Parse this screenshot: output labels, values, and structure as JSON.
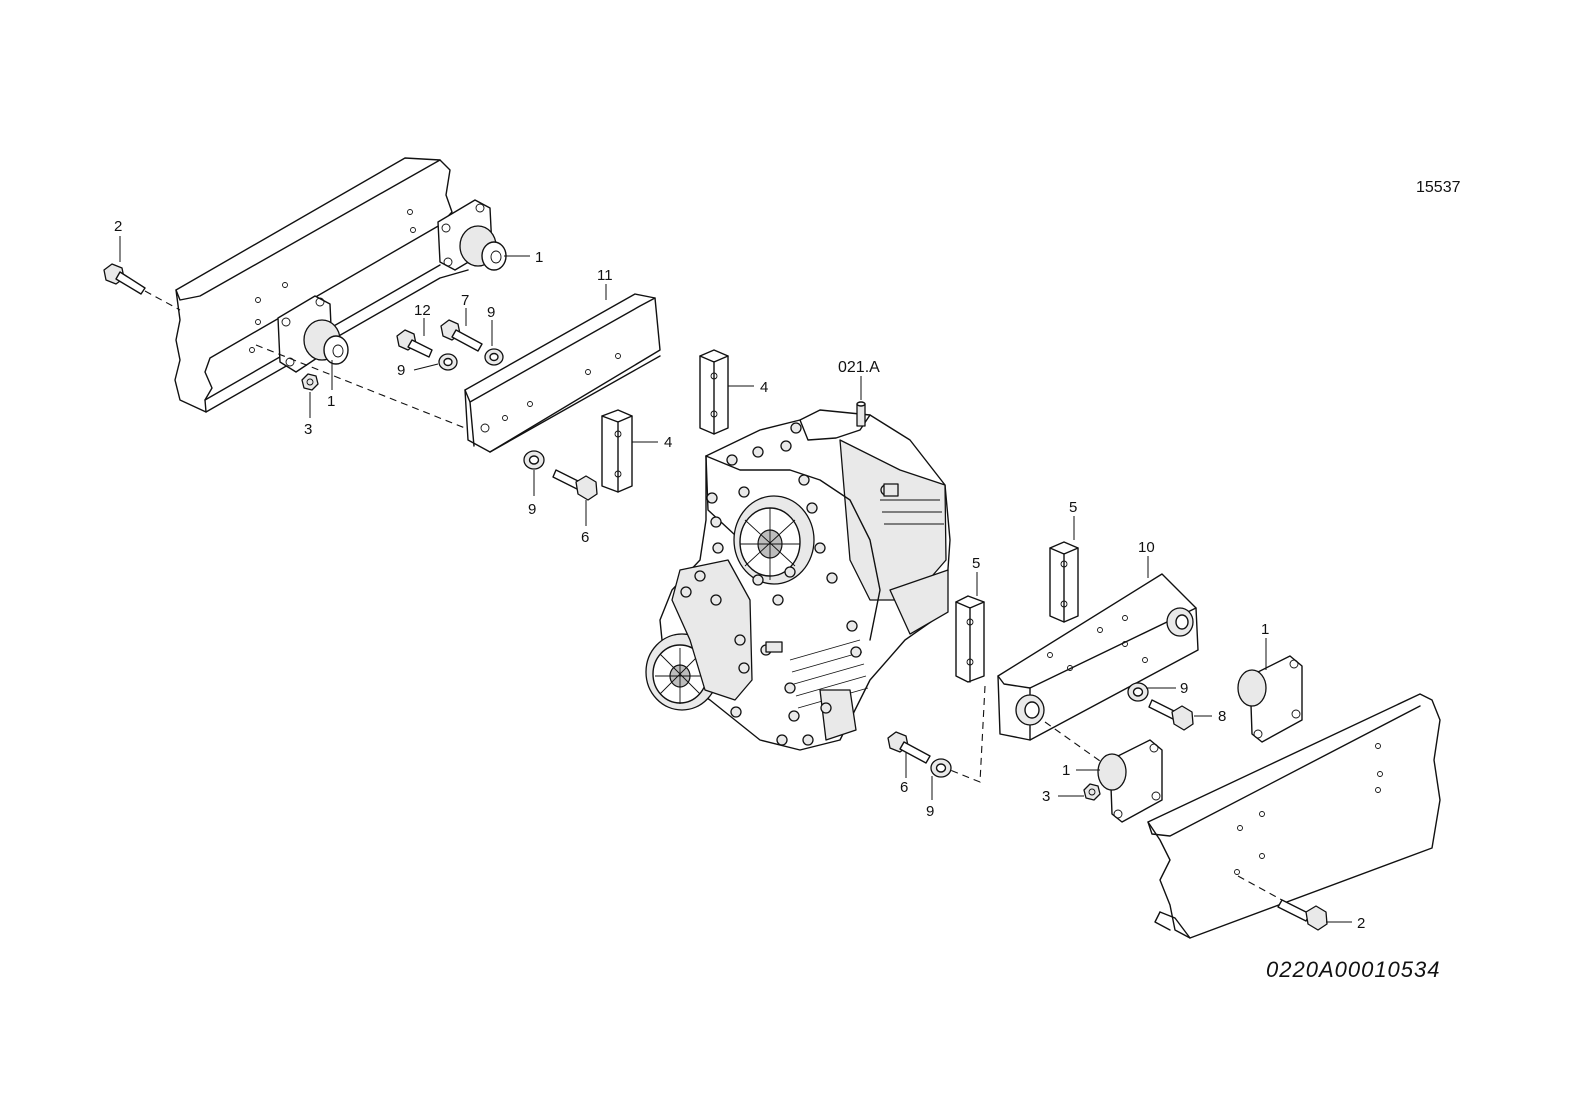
{
  "drawing": {
    "sheet_number": "15537",
    "document_code": "0220A00010534",
    "assembly_reference": "021.A"
  },
  "callouts": {
    "c1a": "1",
    "c1b": "1",
    "c1c": "1",
    "c1d": "1",
    "c2a": "2",
    "c2b": "2",
    "c3a": "3",
    "c3b": "3",
    "c4a": "4",
    "c4b": "4",
    "c5a": "5",
    "c5b": "5",
    "c6a": "6",
    "c6b": "6",
    "c7": "7",
    "c8": "8",
    "c9a": "9",
    "c9b": "9",
    "c9c": "9",
    "c9d": "9",
    "c9e": "9",
    "c10": "10",
    "c11": "11",
    "c12": "12"
  }
}
